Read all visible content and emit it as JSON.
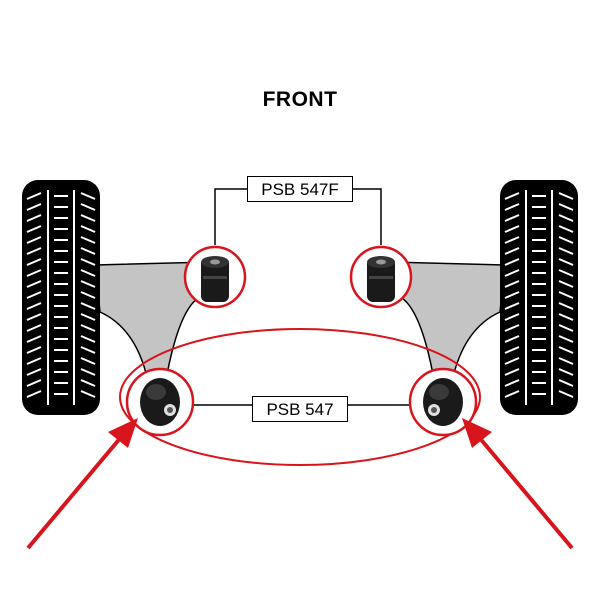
{
  "diagram": {
    "title": "FRONT",
    "labels": {
      "front_bushes": "PSB 547F",
      "rear_bushes": "PSB 547"
    },
    "colors": {
      "highlight": "#d8141c",
      "arm": "#c4c4c4",
      "tire": "#000000",
      "bush_rubber": "#1a1a1a",
      "bush_sleeve": "#e0e0e0"
    }
  }
}
